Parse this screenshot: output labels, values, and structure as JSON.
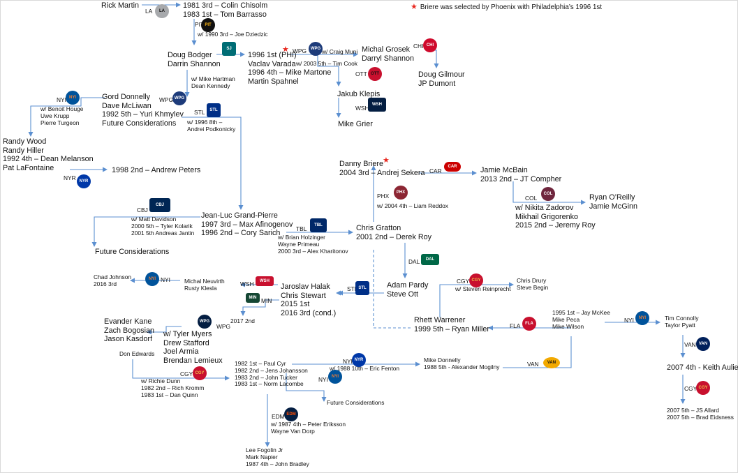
{
  "legend": {
    "text": "Briere was selected by Phoenix with Philadelphia’s 1996 1st",
    "star_color": "#e8271e"
  },
  "colors": {
    "arrow": "#5b8fd0",
    "star": "#e8271e"
  },
  "nodes": {
    "rick_martin": [
      "Rick Martin"
    ],
    "chisolm": [
      "1981 3rd – Colin Chisolm",
      "1983 1st – Tom Barrasso"
    ],
    "bodger": [
      "Doug Bodger",
      "Darrin Shannon"
    ],
    "varada": [
      "1996 1st (PHI)",
      "Vaclav Varada",
      "1996 4th – Mike Martone",
      "Martin Spahnel"
    ],
    "grosek": [
      "Michal Grosek",
      "Darryl Shannon"
    ],
    "gilmour": [
      "Doug Gilmour",
      "JP Dumont"
    ],
    "klepis": [
      "Jakub Klepis"
    ],
    "grier": [
      "Mike Grier"
    ],
    "hartman": [
      "w/ Mike Hartman",
      "Dean Kennedy"
    ],
    "donnelly_g": [
      "Gord Donnelly",
      "Dave McLiwan",
      "1992 5th – Yuri Khmylev",
      "Future Considerations"
    ],
    "houge": [
      "w/ Benoit Houge",
      "Uwe Krupp",
      "Pierre Turgeon"
    ],
    "wood": [
      "Randy Wood",
      "Randy Hiller",
      "1992 4th – Dean Melanson",
      "Pat LaFontaine"
    ],
    "peters": [
      "1998 2nd – Andrew Peters"
    ],
    "podkonicky": [
      "w/ 1996 8th –",
      "Andrei Podkonicky"
    ],
    "briere": [
      "Danny Briere",
      "2004 3rd – Andrej Sekera"
    ],
    "mcbain": [
      "Jamie McBain",
      "2013 2nd – JT Compher"
    ],
    "oreilly": [
      "Ryan O’Reilly",
      "Jamie McGinn"
    ],
    "zadorov": [
      "w/ Nikita Zadorov",
      "Mikhail Grigorenko",
      "2015 2nd – Jeremy Roy"
    ],
    "reddox": [
      "w/ 2004 4th – Liam Reddox"
    ],
    "gratton": [
      "Chris Gratton",
      "2001 2nd – Derek Roy"
    ],
    "davidson": [
      "w/ Matt Davidson",
      "2000 5th – Tyler Kolarik",
      "2001 5th Andreas Jantin"
    ],
    "grand_pierre": [
      "Jean-Luc Grand-Pierre",
      "1997 3rd – Max Afinogenov",
      "1996 2nd – Cory Sarich"
    ],
    "fc_cbj": [
      "Future Considerations"
    ],
    "holzinger": [
      "w/ Brian Holzinger",
      "Wayne Primeau",
      "2000 3rd – Alex Kharitonov"
    ],
    "pardy": [
      "Adam Pardy",
      "Steve Ott"
    ],
    "johnson": [
      "Chad Johnson",
      "2016 3rd"
    ],
    "neuvirth": [
      "Michal Neuvirth",
      "Rusty Klesla"
    ],
    "halak": [
      "Jaroslav Halak",
      "Chris Stewart",
      "2015 1st",
      "2016 3rd (cond.)"
    ],
    "drury": [
      "Chris Drury",
      "Steve Begin"
    ],
    "reinprecht": [
      "w/ Steven Reinprecht"
    ],
    "warrener": [
      "Rhett Warrener",
      "1999 5th – Ryan Miller"
    ],
    "mckee": [
      "1995 1st – Jay McKee",
      "Mike Peca",
      "Mike Wilson"
    ],
    "connolly": [
      "Tim Connolly",
      "Taylor Pyatt"
    ],
    "kane": [
      "Evander Kane",
      "Zach Bogosian",
      "Jason Kasdorf"
    ],
    "myers": [
      "w/ Tyler Myers",
      "Drew Stafford",
      "Joel Armia",
      "Brendan Lemieux"
    ],
    "min2017": [
      "2017 2nd"
    ],
    "aulie": [
      "2007 4th - Keith Aulie"
    ],
    "allard": [
      "2007 5th – JS Allard",
      "2007 5th – Brad Eidsness"
    ],
    "don_edwards": [
      "Don Edwards"
    ],
    "dunn": [
      "w/ Richie Dunn",
      "1982 2nd – Rich Kromm",
      "1983 1st – Dan Quinn"
    ],
    "cyr": [
      "1982 1st – Paul Cyr",
      "1982 2nd – Jens Johansson",
      "1983 2nd – John Tucker",
      "1983 1st – Norm Lacombe"
    ],
    "donnelly_m": [
      "Mike Donnelly",
      "1988 5th - Alexander Mogilny"
    ],
    "fenton": [
      "w/ 1988 10th – Eric Fenton"
    ],
    "fc_nyi": [
      "Future Considerations"
    ],
    "eriksson": [
      "w/ 1987 4th – Peter Eriksson",
      "Wayne Van Dorp"
    ],
    "fogolin": [
      "Lee Fogolin Jr",
      "Mark Napier",
      "1987 4th – John Bradley"
    ]
  },
  "edge_labels": {
    "la": "LA",
    "pit": "PIT",
    "pit_note": "w/ 1990 3rd – Joe Dziedzic",
    "sj": "SJ",
    "wpg1": "WPG",
    "muni": "w/ Craig Muni",
    "cook": "w/ 2003 5th – Tim Cook",
    "chi": "CHI",
    "ott": "OTT",
    "wsh1": "WSH",
    "wpg2": "WPG",
    "nyi1": "NYI",
    "stl1": "STL",
    "nyr": "NYR",
    "car": "CAR",
    "col": "COL",
    "phx": "PHX",
    "cbj": "CBJ",
    "tbl": "TBL",
    "dal": "DAL",
    "nyi2": "NYI",
    "wsh2": "WSH",
    "stl2": "STL",
    "min": "MIN",
    "wpg3": "WPG",
    "cgy1": "CGY",
    "fla": "FLA",
    "nyi3": "NYI",
    "van1": "VAN",
    "van2": "VAN",
    "cgy2": "CGY",
    "cgy3": "CGY",
    "nyr2": "NYR",
    "nyi4": "NYI",
    "edm": "EDM"
  }
}
